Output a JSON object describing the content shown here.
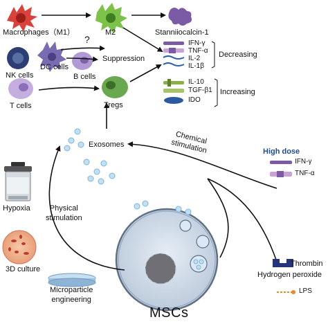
{
  "immune": {
    "macrophages_m1": "Macrophages（M1）",
    "m2": "M2",
    "stanniocalcin": "Stanniiocalcin-1",
    "question": "?",
    "nk_cells": "NK cells",
    "dc_cells": "DC cells",
    "b_cells": "B cells",
    "t_cells": "T cells",
    "suppression": "Suppression",
    "tregs": "Tregs"
  },
  "cytokines": {
    "decreasing_items": [
      "IFN-γ",
      "TNF-α",
      "IL-2",
      "IL-1β"
    ],
    "decreasing_label": "Decreasing",
    "increasing_items": [
      "IL-10",
      "TGF-β1",
      "IDO"
    ],
    "increasing_label": "Increasing"
  },
  "exosomes": "Exosomes",
  "chemical": {
    "line1": "Chemical",
    "line2": "stimulation"
  },
  "high_dose": {
    "title": "High dose",
    "ifn": "IFN-γ",
    "tnf": "TNF-α"
  },
  "physical": {
    "line1": "Physical",
    "line2": "stimulation"
  },
  "left_panel": {
    "hypoxia": "Hypoxia",
    "culture_3d": "3D culture",
    "microparticle_1": "Microparticle",
    "microparticle_2": "engineering"
  },
  "right_panel": {
    "thrombin": "Thrombin",
    "hydrogen_peroxide": "Hydrogen peroxide",
    "lps": "LPS"
  },
  "mscs": "MSCs",
  "colors": {
    "macrophage_red": "#d9423c",
    "m2_green": "#7cc24a",
    "stanniocalcin_purple": "#7b5aa6",
    "nk_navy": "#2c3e74",
    "dc_purple": "#7a6bb0",
    "b_lavender": "#b39ad6",
    "t_lavender": "#c4aee0",
    "treg_green": "#6aa84f",
    "msc_blue": "#cfd9e6",
    "exosome_blue": "#bfe0f5",
    "high_dose_blue": "#1f4e8c"
  }
}
